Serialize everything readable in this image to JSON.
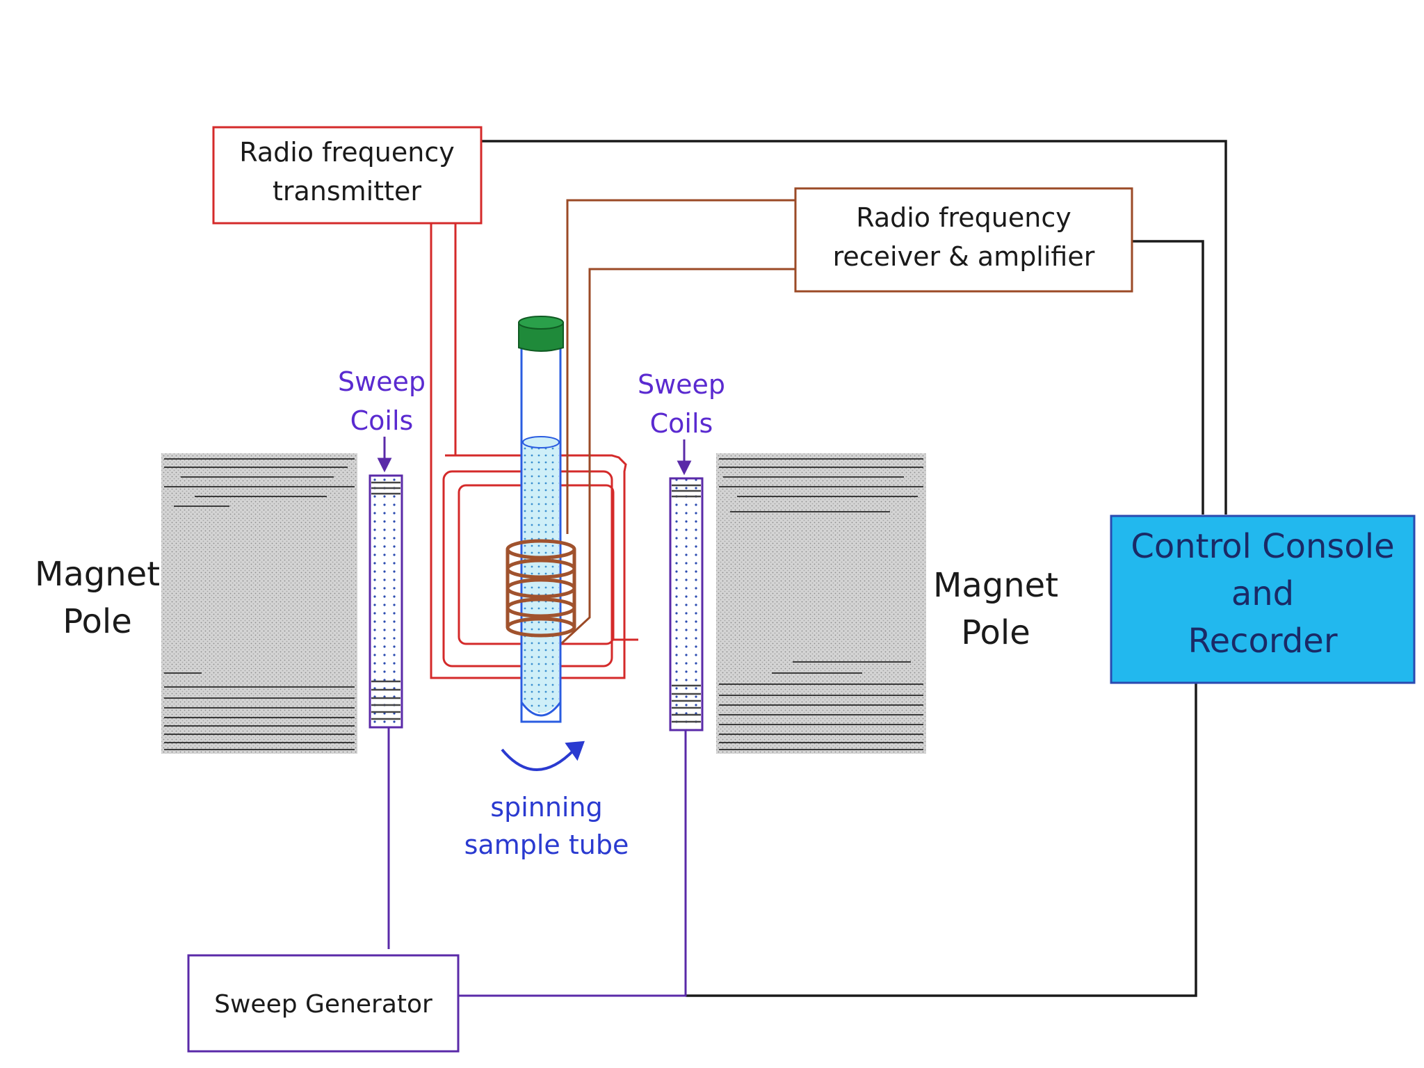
{
  "labels": {
    "rf_transmitter": [
      "Radio frequency",
      "transmitter"
    ],
    "rf_receiver": [
      "Radio frequency",
      "receiver & amplifier"
    ],
    "control_console": [
      "Control Console",
      "and",
      "Recorder"
    ],
    "sweep_generator": "Sweep Generator",
    "sweep_coils_left": [
      "Sweep",
      "Coils"
    ],
    "sweep_coils_right": [
      "Sweep",
      "Coils"
    ],
    "magnet_pole_left": [
      "Magnet",
      "Pole"
    ],
    "magnet_pole_right": [
      "Magnet",
      "Pole"
    ],
    "spinning_tube": [
      "spinning",
      "sample tube"
    ]
  },
  "colors": {
    "transmitter": "#d42a2a",
    "receiver": "#9b4a26",
    "sweep": "#5a2aa8",
    "console_fill": "#22b8ee",
    "console_border": "#2a4ab0",
    "wire_black": "#1a1a1a",
    "tube_blue": "#2a5ce0",
    "cap_green": "#1f8a3a",
    "coil_copper": "#a0522d",
    "label_purple": "#5a2ad0"
  }
}
